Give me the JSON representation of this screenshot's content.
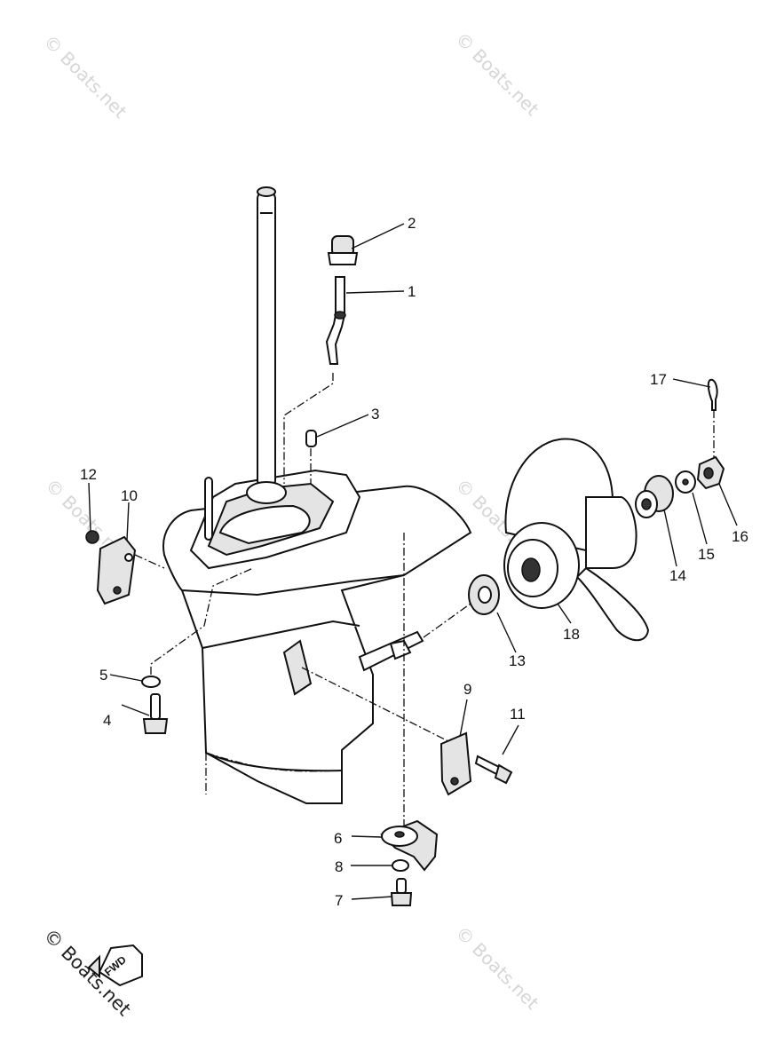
{
  "watermark": {
    "text": "© Boats.net"
  },
  "diagram": {
    "fwd_label": "FWD",
    "callouts": [
      "1",
      "2",
      "3",
      "4",
      "5",
      "6",
      "7",
      "8",
      "9",
      "10",
      "11",
      "12",
      "13",
      "14",
      "15",
      "16",
      "17",
      "18"
    ]
  }
}
